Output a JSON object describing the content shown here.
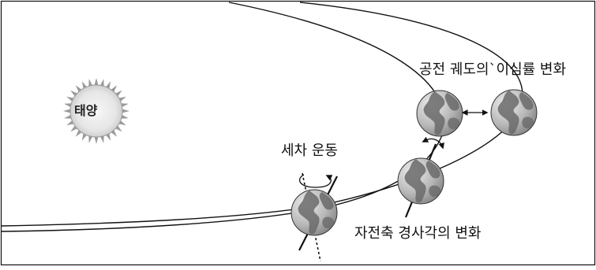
{
  "labels": {
    "sun": "태양",
    "precession": "세차 운동",
    "eccentricity": "공전 궤도의`이심률 변화",
    "tilt": "자전축 경사각의 변화"
  },
  "colors": {
    "line": "#111111",
    "sun_fill": "#eeeeee",
    "sun_rays": "#9a9a9a",
    "ocean_light": "#e6e6e6",
    "ocean_dark": "#8e8e8e",
    "land": "#6a6a6a",
    "background": "#ffffff"
  },
  "icons": {
    "sun": "sun-icon",
    "earth": "earth-globe-icon",
    "rotation_arrow": "curved-rotation-arrow-icon",
    "double_arrow": "double-headed-arrow-icon"
  }
}
